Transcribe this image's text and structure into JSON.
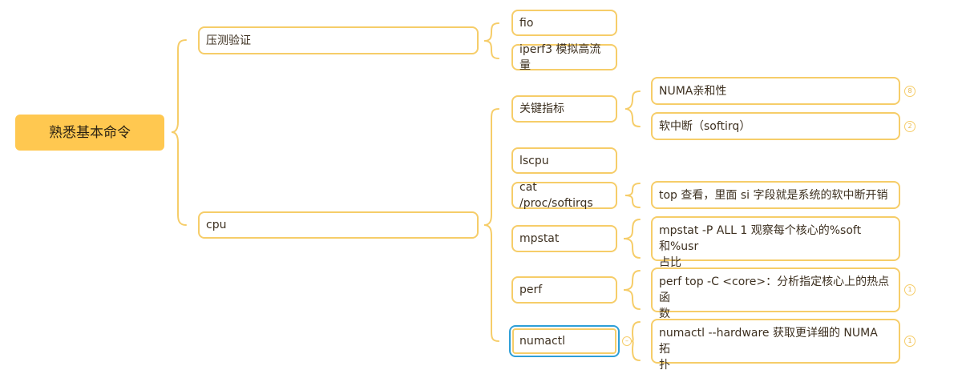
{
  "root": {
    "label": "熟悉基本命令"
  },
  "branches": {
    "stress_test": {
      "label": "压测验证",
      "children": {
        "fio": "fio",
        "iperf3": "iperf3 模拟高流量"
      }
    },
    "cpu": {
      "label": "cpu",
      "key_metrics": {
        "label": "关键指标",
        "numa": "NUMA亲和性",
        "numa_badge": "8",
        "softirq": "软中断（softirq）",
        "softirq_badge": "2"
      },
      "lscpu": {
        "label": "lscpu"
      },
      "softirqs": {
        "label": "cat /proc/softirqs",
        "note": "top 查看，里面 si 字段就是系统的软中断开销"
      },
      "mpstat": {
        "label": "mpstat",
        "note_line1": "mpstat -P ALL 1 观察每个核心的%soft和%usr",
        "note_line2": "占比"
      },
      "perf": {
        "label": "perf",
        "note_line1": "perf top -C <core>：分析指定核心上的热点函",
        "note_line2": "数",
        "badge": "1"
      },
      "numactl": {
        "label": "numactl",
        "note_line1": "numactl --hardware 获取更详细的 NUMA 拓",
        "note_line2": "扑",
        "badge": "1",
        "collapse": "–"
      }
    }
  },
  "colors": {
    "line": "#f6cd69",
    "root_fill": "#ffc850",
    "selection": "#2d9fd8"
  }
}
